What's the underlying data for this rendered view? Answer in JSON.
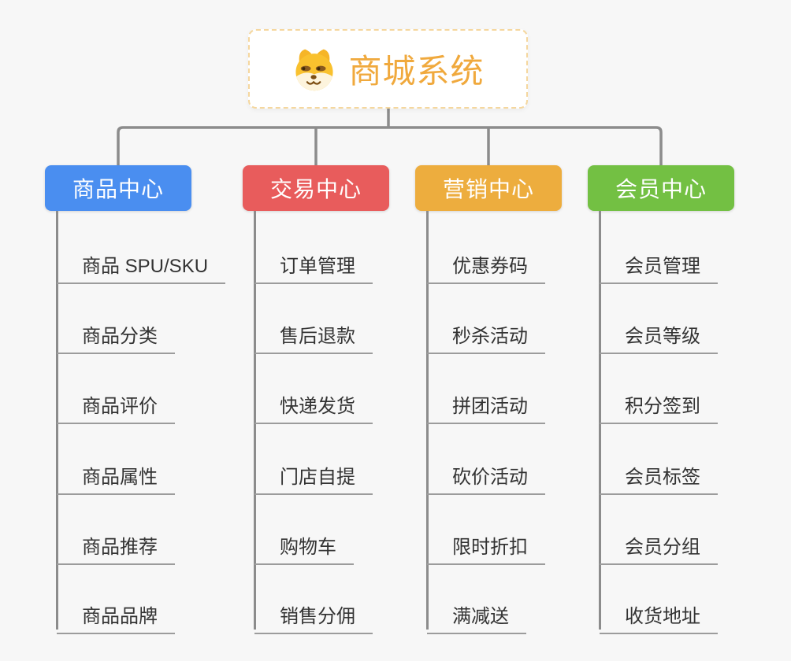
{
  "root": {
    "title": "商城系统",
    "icon": "shiba-dog-icon",
    "text_color": "#f0a93d",
    "border_color": "#f5d79e"
  },
  "branches": [
    {
      "label": "商品中心",
      "color": "#4a8ef0",
      "children": [
        "商品 SPU/SKU",
        "商品分类",
        "商品评价",
        "商品属性",
        "商品推荐",
        "商品品牌"
      ]
    },
    {
      "label": "交易中心",
      "color": "#e85c5c",
      "children": [
        "订单管理",
        "售后退款",
        "快递发货",
        "门店自提",
        "购物车",
        "销售分佣"
      ]
    },
    {
      "label": "营销中心",
      "color": "#edad3e",
      "children": [
        "优惠券码",
        "秒杀活动",
        "拼团活动",
        "砍价活动",
        "限时折扣",
        "满减送"
      ]
    },
    {
      "label": "会员中心",
      "color": "#73c043",
      "children": [
        "会员管理",
        "会员等级",
        "积分签到",
        "会员标签",
        "会员分组",
        "收货地址"
      ]
    }
  ],
  "style": {
    "connector_color": "#8c8c8c",
    "trunk_color": "#8c8c8c",
    "child_underline_color": "#9c9c9c",
    "child_text_color": "#333333"
  }
}
